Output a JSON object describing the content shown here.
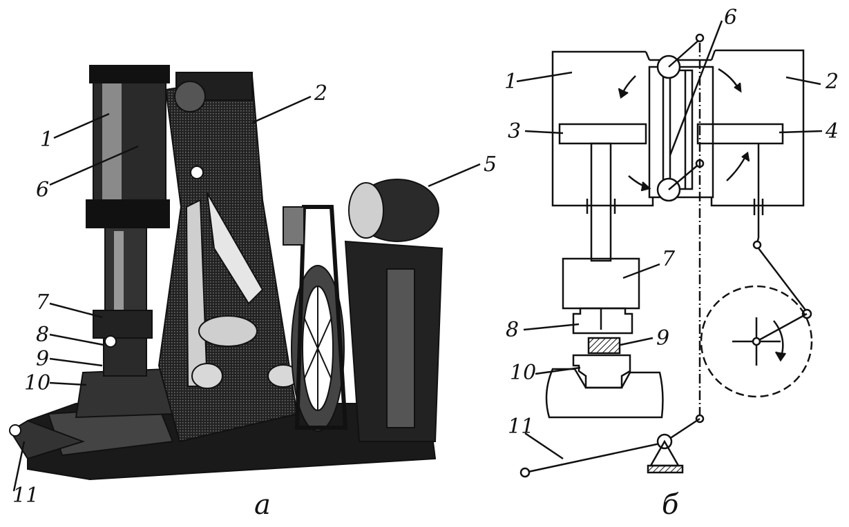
{
  "figure_a": {
    "caption": "а",
    "labels": [
      "1",
      "2",
      "5",
      "6",
      "7",
      "8",
      "9",
      "10",
      "11"
    ]
  },
  "figure_b": {
    "caption": "б",
    "labels": [
      "1",
      "2",
      "3",
      "4",
      "6",
      "7",
      "8",
      "9",
      "10",
      "11"
    ]
  },
  "colors": {
    "ink": "#111111",
    "paper": "#ffffff"
  }
}
